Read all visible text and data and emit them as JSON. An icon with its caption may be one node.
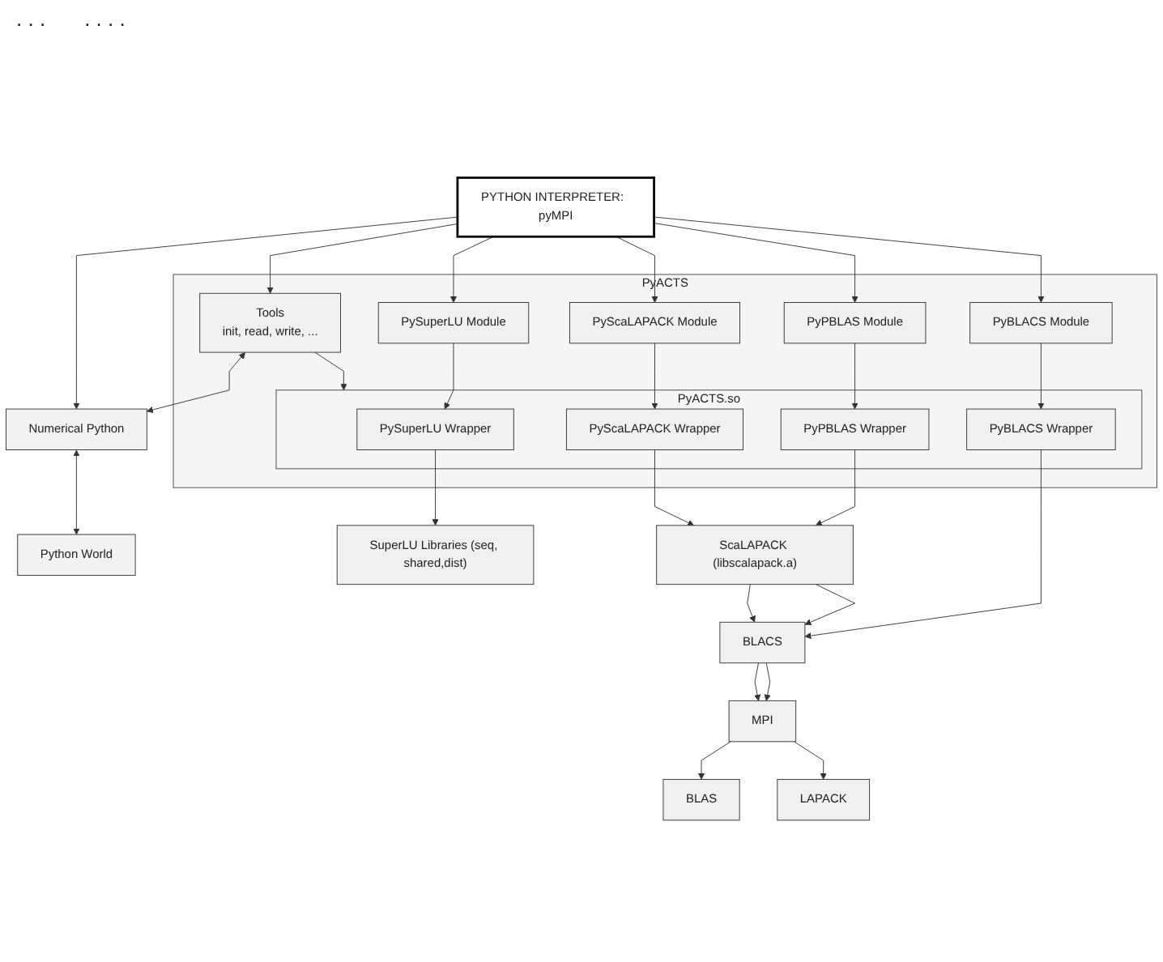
{
  "diagram": {
    "nodes": [
      {
        "text": [
          "PYTHON INTERPRETER:  pyMPI"
        ]
      },
      {
        "text": [
          "PyACTS"
        ]
      },
      {
        "text": [
          "PySuperLU Module"
        ],
        "in": 1
      },
      {
        "text": [
          "PyBLACS Module"
        ],
        "in": 1
      },
      {
        "text": [
          "PyPBLAS Module"
        ],
        "in": 1
      },
      {
        "text": [
          "PyScaLAPACK Module"
        ],
        "in": 1
      },
      {
        "text": [
          "Tools",
          "init, read, write, ..."
        ],
        "in": 1
      },
      {
        "text": [
          "PyACTS.so"
        ],
        "in": 1
      },
      {
        "text": [
          "PySuperLU Wrapper"
        ],
        "in": 7
      },
      {
        "text": [
          "PyBLACS Wrapper"
        ],
        "in": 7
      },
      {
        "text": [
          "PyPBLAS Wrapper"
        ],
        "in": 7
      },
      {
        "text": [
          "PyScaLAPACK Wrapper"
        ],
        "in": 7
      },
      {
        "text": [
          "Numerical Python"
        ]
      },
      {
        "text": [
          "Python World"
        ]
      },
      {
        "text": [
          "SuperLU Libraries (seq, shared,dist)"
        ]
      },
      {
        "text": [
          "ScaLAPACK (libscalapack.a)"
        ]
      },
      {
        "text": [
          "BLACS"
        ]
      },
      {
        "text": [
          "MPI"
        ]
      },
      {
        "text": [
          "BLAS"
        ]
      },
      {
        "text": [
          "LAPACK"
        ]
      }
    ],
    "edges": [
      {
        "from": 0,
        "to": 2,
        "arrow": "to"
      },
      {
        "from": 0,
        "to": 3,
        "arrow": "to"
      },
      {
        "from": 0,
        "to": 4,
        "arrow": "to"
      },
      {
        "from": 0,
        "to": 5,
        "arrow": "to"
      },
      {
        "from": 0,
        "to": 6,
        "arrow": "to"
      },
      {
        "from": 0,
        "to": 12,
        "arrow": "to"
      },
      {
        "from": 2,
        "to": 8,
        "arrow": "to"
      },
      {
        "from": 3,
        "to": 9,
        "arrow": "to"
      },
      {
        "from": 4,
        "to": 10,
        "arrow": "to"
      },
      {
        "from": 5,
        "to": 11,
        "arrow": "to"
      },
      {
        "from": 6,
        "to": 7,
        "arrow": "to"
      },
      {
        "from": 6,
        "to": 12,
        "arrow": "both"
      },
      {
        "from": 12,
        "to": 13,
        "arrow": "both"
      },
      {
        "from": 8,
        "to": 14,
        "arrow": "to"
      },
      {
        "from": 9,
        "to": 16,
        "arrow": "to"
      },
      {
        "from": 10,
        "to": 15,
        "arrow": "to"
      },
      {
        "from": 11,
        "to": 15,
        "arrow": "to"
      },
      {
        "from": 15,
        "to": 16,
        "arrow": "to"
      },
      {
        "from": 15,
        "to": 16,
        "arrow": "to"
      },
      {
        "from": 16,
        "to": 17,
        "arrow": "to"
      },
      {
        "from": 16,
        "to": 17,
        "arrow": "to"
      },
      {
        "from": 17,
        "to": 18,
        "arrow": "to"
      },
      {
        "from": 17,
        "to": 19,
        "arrow": "to"
      }
    ],
    "labels": [
      ". . .",
      ". . . ."
    ]
  }
}
